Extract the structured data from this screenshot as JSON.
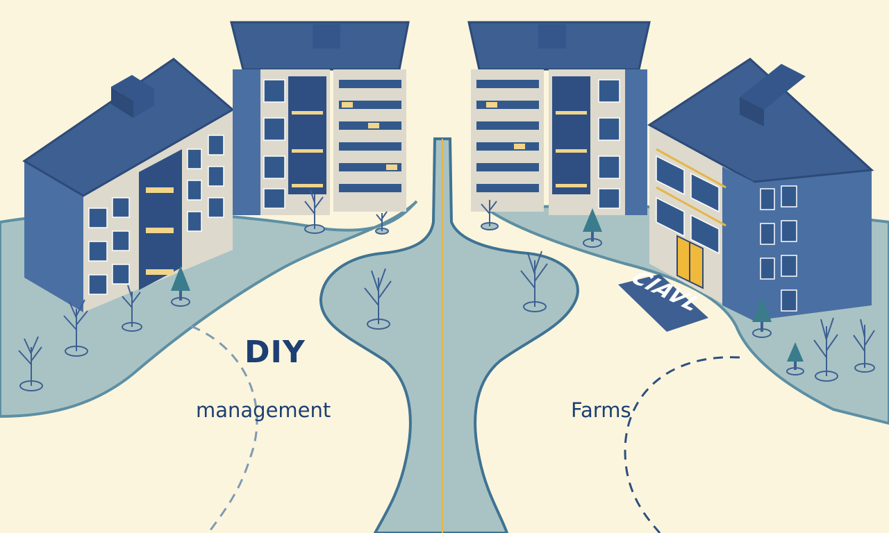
{
  "labels": {
    "left_top": "DIY",
    "left_bottom": "management",
    "right": "Farms",
    "sign": "CIAVL"
  },
  "colors": {
    "background": "#fbf5dd",
    "lawn": "#a9c3c4",
    "lawn_edge": "#5d8fa3",
    "roof": "#3d5f92",
    "wall_dark": "#4a6fa3",
    "wall_light": "#ddd9cc",
    "window": "#33598c",
    "window_lit": "#f2d58a",
    "accent_yellow": "#e5b64a",
    "door": "#f0b93a",
    "text": "#1d3f73",
    "tree": "#3a7c8c"
  },
  "icons": {
    "buildings": "apartment-building-icon",
    "trees": "bare-tree-icon",
    "evergreens": "evergreen-tree-icon"
  }
}
